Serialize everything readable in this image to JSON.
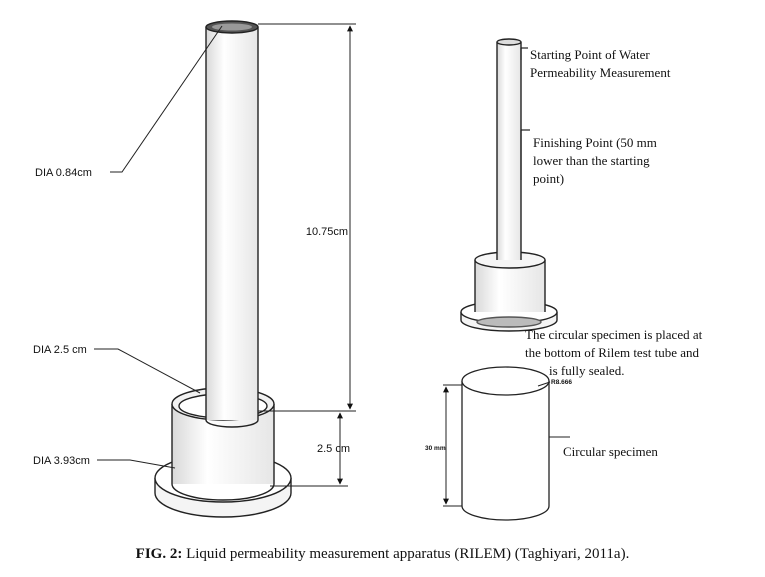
{
  "left_apparatus": {
    "labels": {
      "tube_diameter": "DIA 0.84cm",
      "height": "10.75cm",
      "inner_diameter": "DIA 2.5 cm",
      "base_height": "2.5 cm",
      "flange_diameter": "DIA 3.93cm"
    }
  },
  "right_apparatus": {
    "labels": {
      "start_line1": "Starting Point of Water",
      "start_line2": "Permeability Measurement",
      "finish_line1": "Finishing Point (50 mm",
      "finish_line2": "lower than the starting",
      "finish_line3": "point)",
      "note_line1": "The circular specimen is placed at",
      "note_line2": "the bottom of Rilem test tube and",
      "note_line3": "is fully  sealed.",
      "radius": "R8.666",
      "specimen_height": "30 mm",
      "specimen": "Circular specimen"
    }
  },
  "caption": {
    "prefix": "FIG. 2:",
    "text": " Liquid permeability measurement apparatus (RILEM) (Taghiyari, 2011a)."
  }
}
